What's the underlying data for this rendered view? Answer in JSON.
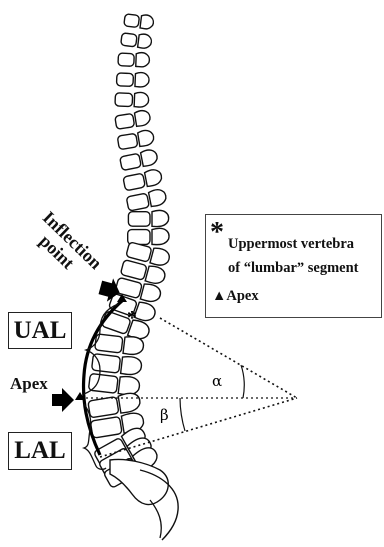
{
  "labels": {
    "inflection_line1": "Inflection",
    "inflection_line2": "point",
    "apex": "Apex",
    "ual": "UAL",
    "lal": "LAL",
    "alpha": "α",
    "beta": "β",
    "star": "*"
  },
  "legend": {
    "star_symbol": "*",
    "star_line1": "Uppermost vertebra",
    "star_line2": "of “lumbar” segment",
    "apex_item": "▲Apex"
  },
  "colors": {
    "ink": "#111111",
    "spine_fill": "#ffffff",
    "frame": "#444444"
  }
}
